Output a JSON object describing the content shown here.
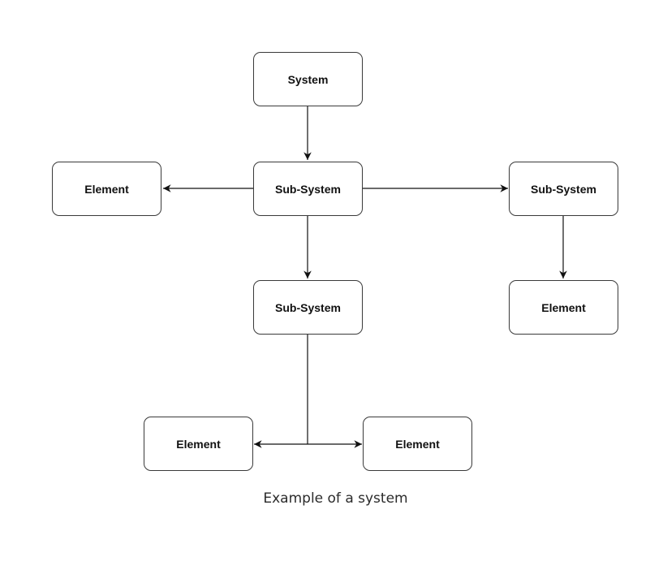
{
  "nodes": {
    "system": {
      "label": "System"
    },
    "subsystem_center": {
      "label": "Sub-System"
    },
    "element_left": {
      "label": "Element"
    },
    "subsystem_right": {
      "label": "Sub-System"
    },
    "subsystem_lower": {
      "label": "Sub-System"
    },
    "element_right": {
      "label": "Element"
    },
    "element_bottom_left": {
      "label": "Element"
    },
    "element_bottom_right": {
      "label": "Element"
    }
  },
  "caption": "Example of a system",
  "colors": {
    "stroke": "#3a3a3a",
    "text": "#111111",
    "caption": "#2b2b2b",
    "background": "#ffffff"
  }
}
